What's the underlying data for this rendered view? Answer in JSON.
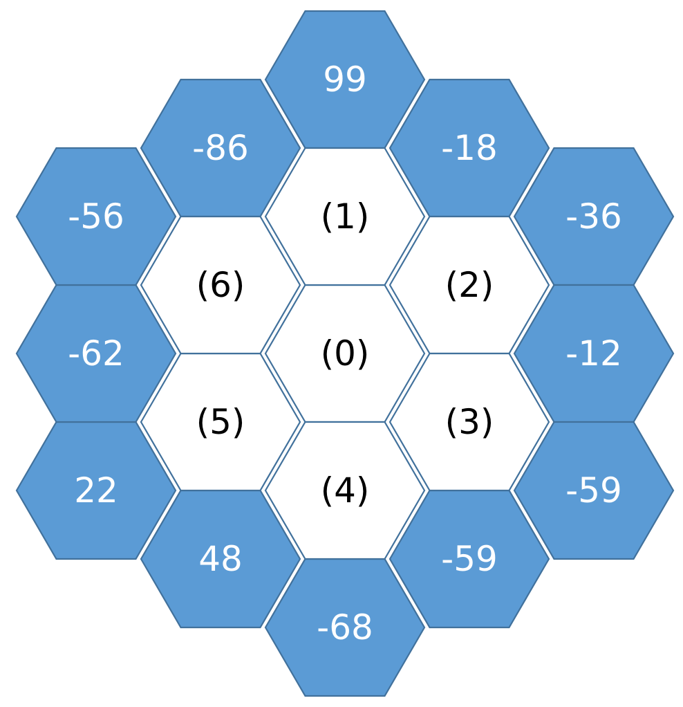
{
  "colors": {
    "outer_fill": "#5b9bd5",
    "inner_fill": "#ffffff",
    "stroke": "#41719c",
    "outer_text": "#ffffff",
    "inner_text": "#000000"
  },
  "hexagons": {
    "inner": [
      {
        "label": "(0)"
      },
      {
        "label": "(1)"
      },
      {
        "label": "(2)"
      },
      {
        "label": "(3)"
      },
      {
        "label": "(4)"
      },
      {
        "label": "(5)"
      },
      {
        "label": "(6)"
      }
    ],
    "outer": [
      {
        "value": "99"
      },
      {
        "value": "-18"
      },
      {
        "value": "-36"
      },
      {
        "value": "-12"
      },
      {
        "value": "-59"
      },
      {
        "value": "-59"
      },
      {
        "value": "-68"
      },
      {
        "value": "48"
      },
      {
        "value": "22"
      },
      {
        "value": "-62"
      },
      {
        "value": "-56"
      },
      {
        "value": "-86"
      }
    ]
  }
}
